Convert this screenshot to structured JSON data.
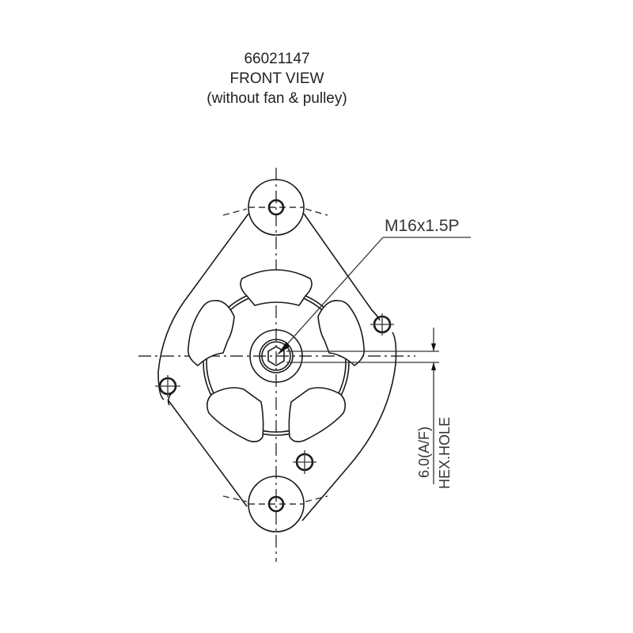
{
  "title": {
    "part_number": "66021147",
    "view_name": "FRONT VIEW",
    "note": "(without fan & pulley)"
  },
  "annotations": {
    "thread": "M16x1.5P",
    "hex_size": "6.0(A/F)",
    "hex_label": "HEX.HOLE"
  },
  "colors": {
    "line": "#1a1a1a",
    "background": "#ffffff"
  }
}
